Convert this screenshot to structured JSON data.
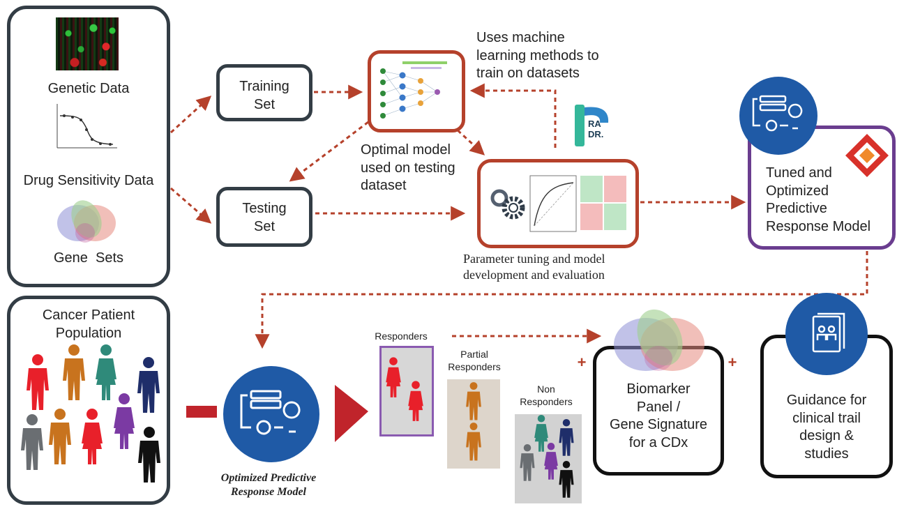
{
  "inputs": {
    "genetic_data": "Genetic Data",
    "drug_sensitivity_data": "Drug Sensitivity Data",
    "gene_sets": "Gene  Sets"
  },
  "training_set": {
    "line1": "Training",
    "line2": "Set"
  },
  "testing_set": {
    "line1": "Testing",
    "line2": "Set"
  },
  "ml_caption": {
    "line1": "Uses machine",
    "line2": "learning methods to",
    "line3": "train on datasets"
  },
  "optimal_caption": {
    "line1": "Optimal model",
    "line2": "used on testing",
    "line3": "dataset"
  },
  "radr_logo": {
    "line1": "RA",
    "line2": "DR."
  },
  "tuning_caption": {
    "line1": "Parameter tuning and model",
    "line2": "development and evaluation"
  },
  "tuned_model": {
    "line1": "Tuned and",
    "line2": "Optimized",
    "line3": "Predictive",
    "line4": "Response Model"
  },
  "population": {
    "line1": "Cancer Patient",
    "line2": "Population"
  },
  "optimized_model_caption": {
    "line1": "Optimized Predictive",
    "line2": "Response Model"
  },
  "groups": {
    "responders": "Responders",
    "partial_line1": "Partial",
    "partial_line2": "Responders",
    "non_line1": "Non",
    "non_line2": "Responders"
  },
  "biomarker": {
    "line1": "Biomarker",
    "line2": "Panel /",
    "line3": "Gene Signature",
    "line4": "for a CDx",
    "plus": "+"
  },
  "guidance": {
    "line1": "Guidance for",
    "line2": "clinical trail",
    "line3": "design &",
    "line4": "studies"
  },
  "colors": {
    "arrow": "#b5412b",
    "box_border": "#333d45",
    "accent_border": "#b5412b",
    "purple_border": "#6a3d8f",
    "icon_blue": "#1f5aa6",
    "big_arrow": "#c0242b",
    "responders_bg": "#d7d7d7",
    "partial_bg": "#ddd5cb",
    "non_bg": "#d2d2d2"
  }
}
